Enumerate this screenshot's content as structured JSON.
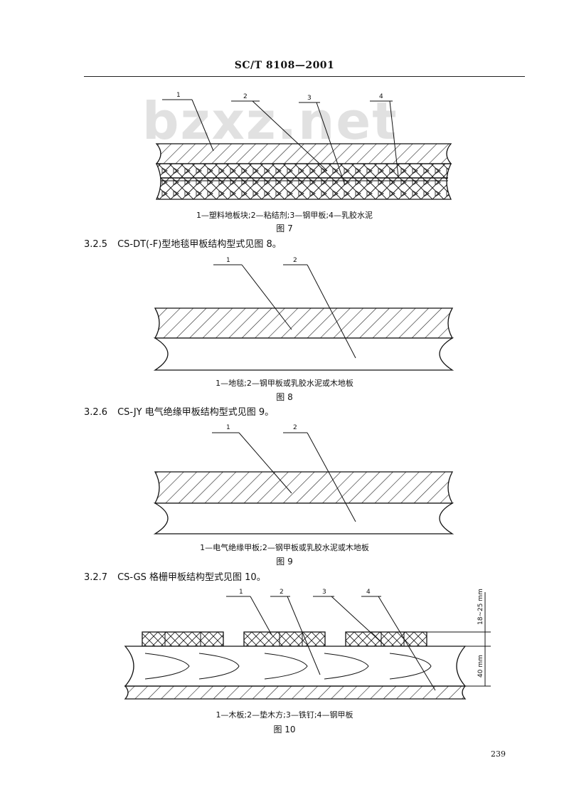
{
  "header": {
    "standard_no": "SC/T  8108—2001"
  },
  "watermark": "bzxz.net",
  "fig7": {
    "labels": [
      "1",
      "2",
      "3",
      "4"
    ],
    "caption": "1—塑料地板块;2—粘结剂;3—钢甲板;4—乳胶水泥",
    "figure_no": "图 7"
  },
  "sec325": {
    "number": "3.2.5",
    "text": "CS-DT(-F)型地毯甲板结构型式见图 8。"
  },
  "fig8": {
    "labels": [
      "1",
      "2"
    ],
    "caption": "1—地毯;2—钢甲板或乳胶水泥或木地板",
    "figure_no": "图 8"
  },
  "sec326": {
    "number": "3.2.6",
    "text": "CS-JY 电气绝缘甲板结构型式见图 9。"
  },
  "fig9": {
    "labels": [
      "1",
      "2"
    ],
    "caption": "1—电气绝缘甲板;2—钢甲板或乳胶水泥或木地板",
    "figure_no": "图 9"
  },
  "sec327": {
    "number": "3.2.7",
    "text": "CS-GS 格栅甲板结构型式见图 10。"
  },
  "fig10": {
    "labels": [
      "1",
      "2",
      "3",
      "4"
    ],
    "dim_top": "18~25 mm",
    "dim_bottom": "40 mm",
    "caption": "1—木板;2—垫木方;3—铁钉;4—钢甲板",
    "figure_no": "图 10"
  },
  "page_number": "239"
}
